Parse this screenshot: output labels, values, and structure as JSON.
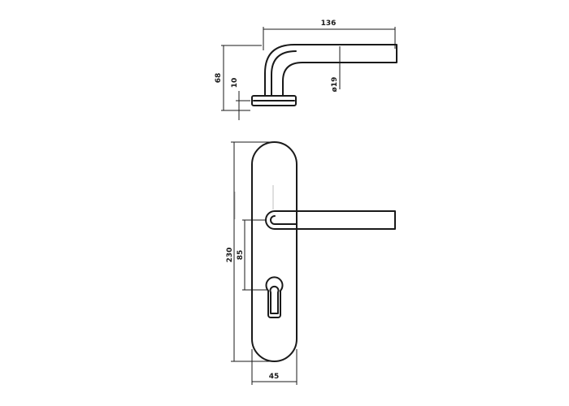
{
  "dimensions": {
    "handle_length": "136",
    "rose_height": "68",
    "rose_thickness": "10",
    "handle_diameter": "ø19",
    "plate_length": "230",
    "center_distance": "85",
    "plate_width": "45"
  }
}
